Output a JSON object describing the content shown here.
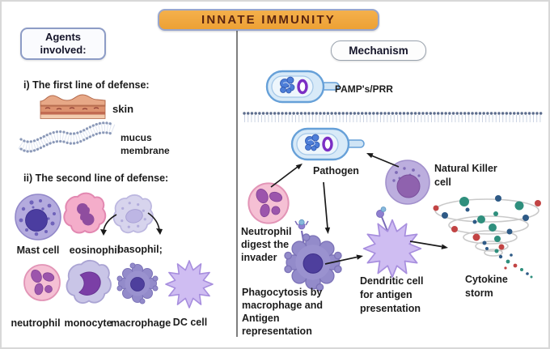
{
  "title": "INNATE IMMUNITY",
  "left_panel": {
    "header": "Agents\ninvolved:",
    "first_line_heading": "i) The first line of defense:",
    "skin_label": "skin",
    "mucus_label": "mucus\nmembrane",
    "second_line_heading": "ii) The second line of defense:",
    "cells_row1": [
      "Mast cell",
      "eosinophil",
      "basophil;"
    ],
    "cells_row2": [
      "neutrophil",
      "monocyte",
      "macrophage",
      "DC cell"
    ]
  },
  "right_panel": {
    "header": "Mechanism",
    "pamp_label": "PAMP's/PRR",
    "pathogen_label": "Pathogen",
    "nk_label": "Natural Killer\ncell",
    "neutrophil_label": "Neutrophil\ndigest the\ninvader",
    "phagocytosis_label": "Phagocytosis by\nmacrophage and\nAntigen\nrepresentation",
    "dendritic_label": "Dendritic cell\nfor antigen\npresentation",
    "cytokine_label": "Cytokine\nstorm"
  },
  "colors": {
    "banner_fill": "#eda134",
    "banner_border": "#98a6cd",
    "banner_text": "#5a2410",
    "box_border": "#8d9cc6",
    "divider": "#555555",
    "bacterium_outline": "#66a0d8",
    "plasmid_ring": "#7b2ec4",
    "membrane_dots": "#5d6d8d",
    "cell_pink": "#f5c0d4",
    "cell_lavender": "#b4abde",
    "cell_purple": "#938bca",
    "dc_purple": "#cfbdf2",
    "nucleus_indigo": "#4b3da0",
    "cytokine_teal": "#2f8f7d",
    "cytokine_red": "#c24444",
    "cytokine_navy": "#2e5a86",
    "arrow": "#1a1a1a",
    "skin_tone": "#e7a887"
  }
}
